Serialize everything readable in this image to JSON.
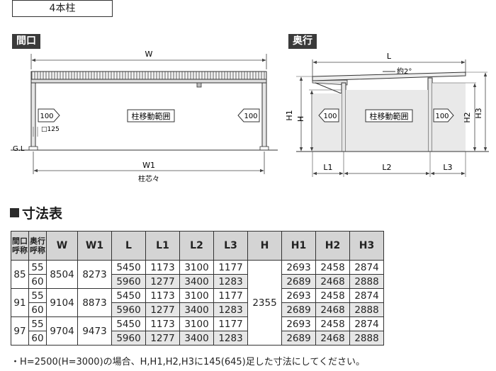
{
  "header": {
    "badge": "4本柱"
  },
  "front_view": {
    "title": "間口",
    "label_w": "W",
    "label_w1": "W1",
    "label_center": "柱芯々",
    "label_gl": "G.L",
    "label_post": "□125",
    "label_range": "柱移動範囲",
    "arrow_left": "100",
    "arrow_right": "100"
  },
  "side_view": {
    "title": "奥行",
    "label_l": "L",
    "label_slope": "約2°",
    "label_h1": "H1",
    "label_h": "H",
    "label_h2": "H2",
    "label_h3": "H3",
    "label_l1": "L1",
    "label_l2": "L2",
    "label_l3": "L3",
    "label_range": "柱移動範囲",
    "arrow_left": "100",
    "arrow_right": "100"
  },
  "table_title": "寸法表",
  "table": {
    "headers": [
      "間口呼称",
      "奥行呼称",
      "W",
      "W1",
      "L",
      "L1",
      "L2",
      "L3",
      "H",
      "H1",
      "H2",
      "H3"
    ],
    "header_top": [
      "間口",
      "奥行"
    ],
    "header_bottom": [
      "呼称",
      "呼称"
    ],
    "h_value": "2355",
    "groups": [
      {
        "maguchi": "85",
        "w": "8504",
        "w1": "8273",
        "rows": [
          {
            "okuyuki": "55",
            "l": "5450",
            "l1": "1173",
            "l2": "3100",
            "l3": "1177",
            "h1": "2693",
            "h2": "2458",
            "h3": "2874"
          },
          {
            "okuyuki": "60",
            "l": "5960",
            "l1": "1277",
            "l2": "3400",
            "l3": "1283",
            "h1": "2689",
            "h2": "2468",
            "h3": "2888"
          }
        ]
      },
      {
        "maguchi": "91",
        "w": "9104",
        "w1": "8873",
        "rows": [
          {
            "okuyuki": "55",
            "l": "5450",
            "l1": "1173",
            "l2": "3100",
            "l3": "1177",
            "h1": "2693",
            "h2": "2458",
            "h3": "2874"
          },
          {
            "okuyuki": "60",
            "l": "5960",
            "l1": "1277",
            "l2": "3400",
            "l3": "1283",
            "h1": "2689",
            "h2": "2468",
            "h3": "2888"
          }
        ]
      },
      {
        "maguchi": "97",
        "w": "9704",
        "w1": "9473",
        "rows": [
          {
            "okuyuki": "55",
            "l": "5450",
            "l1": "1173",
            "l2": "3100",
            "l3": "1177",
            "h1": "2693",
            "h2": "2458",
            "h3": "2874"
          },
          {
            "okuyuki": "60",
            "l": "5960",
            "l1": "1277",
            "l2": "3400",
            "l3": "1283",
            "h1": "2689",
            "h2": "2468",
            "h3": "2888"
          }
        ]
      }
    ]
  },
  "note": "・H=2500(H=3000)の場合、H,H1,H2,H3に145(645)足した寸法にしてください。"
}
